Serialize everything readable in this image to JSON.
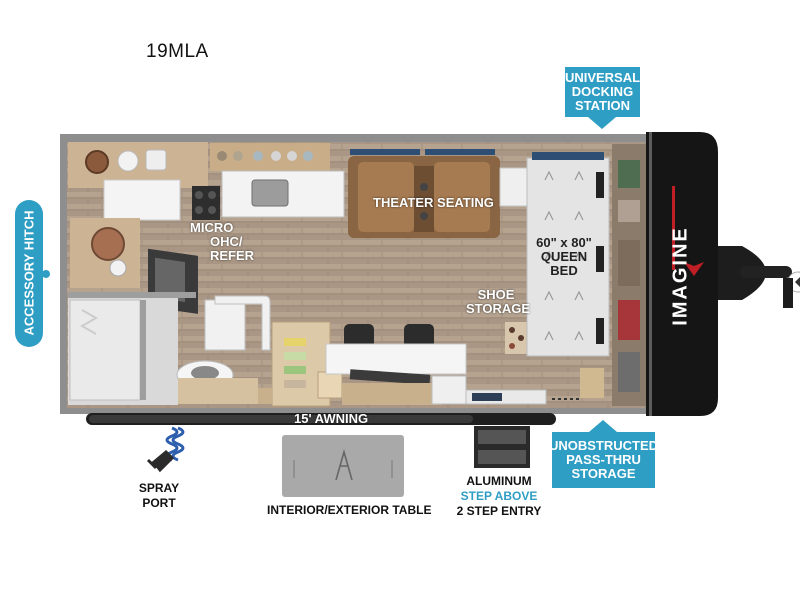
{
  "model": "19MLA",
  "labels": {
    "theater_seating": "THEATER SEATING",
    "micro_ohc_refer": [
      "MICRO",
      "OHC/",
      "REFER"
    ],
    "queen_bed": [
      "60\" x 80\"",
      "QUEEN",
      "BED"
    ],
    "shoe_storage": [
      "SHOE",
      "STORAGE"
    ],
    "awning": "15' AWNING",
    "accessory_hitch": "ACCESSORY HITCH",
    "docking_station": [
      "UNIVERSAL",
      "DOCKING",
      "STATION"
    ],
    "pass_thru_storage": [
      "UNOBSTRUCTED",
      "PASS-THRU",
      "STORAGE"
    ],
    "spray_port": [
      "SPRAY",
      "PORT"
    ],
    "table": "INTERIOR/EXTERIOR TABLE",
    "entry": [
      "ALUMINUM",
      "STEP ABOVE",
      "2 STEP ENTRY"
    ],
    "front_cap_brand": "IMAGINE"
  },
  "colors": {
    "callout": "#2f9ec4",
    "floor": "#a89684",
    "wall": "#8d8d8d",
    "cabinet": "#c9b08e",
    "sofa": "#8a6543",
    "front_cap": "#141414",
    "brand_red": "#c01f25"
  }
}
